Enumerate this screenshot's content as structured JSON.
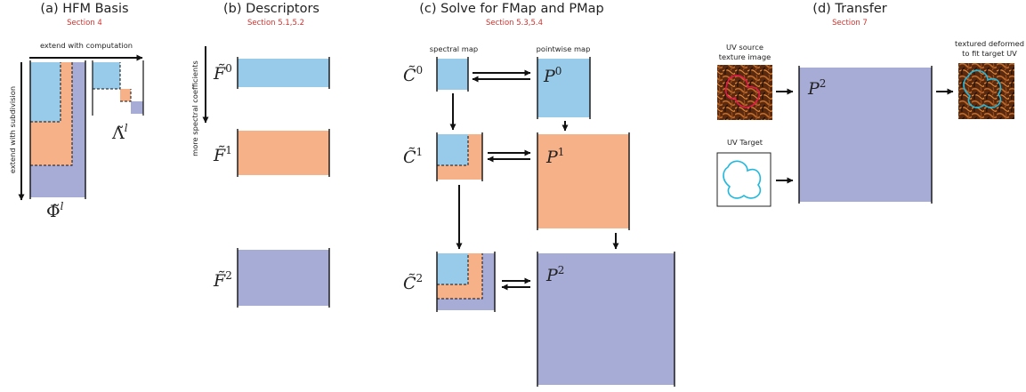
{
  "colors": {
    "blue": "#98cbea",
    "orange": "#f7b188",
    "purple": "#a7acd7",
    "ink": "#111111",
    "section": "#d0322d",
    "curve_red": "#e5194a",
    "curve_cyan": "#22b8dc"
  },
  "panels": {
    "a": {
      "title": "(a) HFM Basis",
      "section": "Section 4",
      "extend_computation": "extend with computation",
      "extend_subdivision": "extend with subdivision",
      "phi_base": "Φ̃",
      "phi_sup": "l",
      "lambda_base": "Λ̃",
      "lambda_sup": "l"
    },
    "b": {
      "title": "(b) Descriptors",
      "section": "Section 5.1,5.2",
      "axis_label": "more spectral coefficients",
      "f_base": "F̃",
      "f0_sup": "0",
      "f1_sup": "1",
      "f2_sup": "2"
    },
    "c": {
      "title": "(c) Solve for FMap and PMap",
      "section": "Section 5.3,5.4",
      "spectral_label": "spectral map",
      "pointwise_label": "pointwise map",
      "c_base": "C̃",
      "p_base": "P",
      "sup0": "0",
      "sup1": "1",
      "sup2": "2"
    },
    "d": {
      "title": "(d) Transfer",
      "section": "Section 7",
      "uv_source_line1": "UV source",
      "uv_source_line2": "texture image",
      "uv_target": "UV Target",
      "result_line1": "textured deformed",
      "result_line2": "to fit target UV",
      "p_base": "P",
      "p_sup": "2"
    }
  }
}
